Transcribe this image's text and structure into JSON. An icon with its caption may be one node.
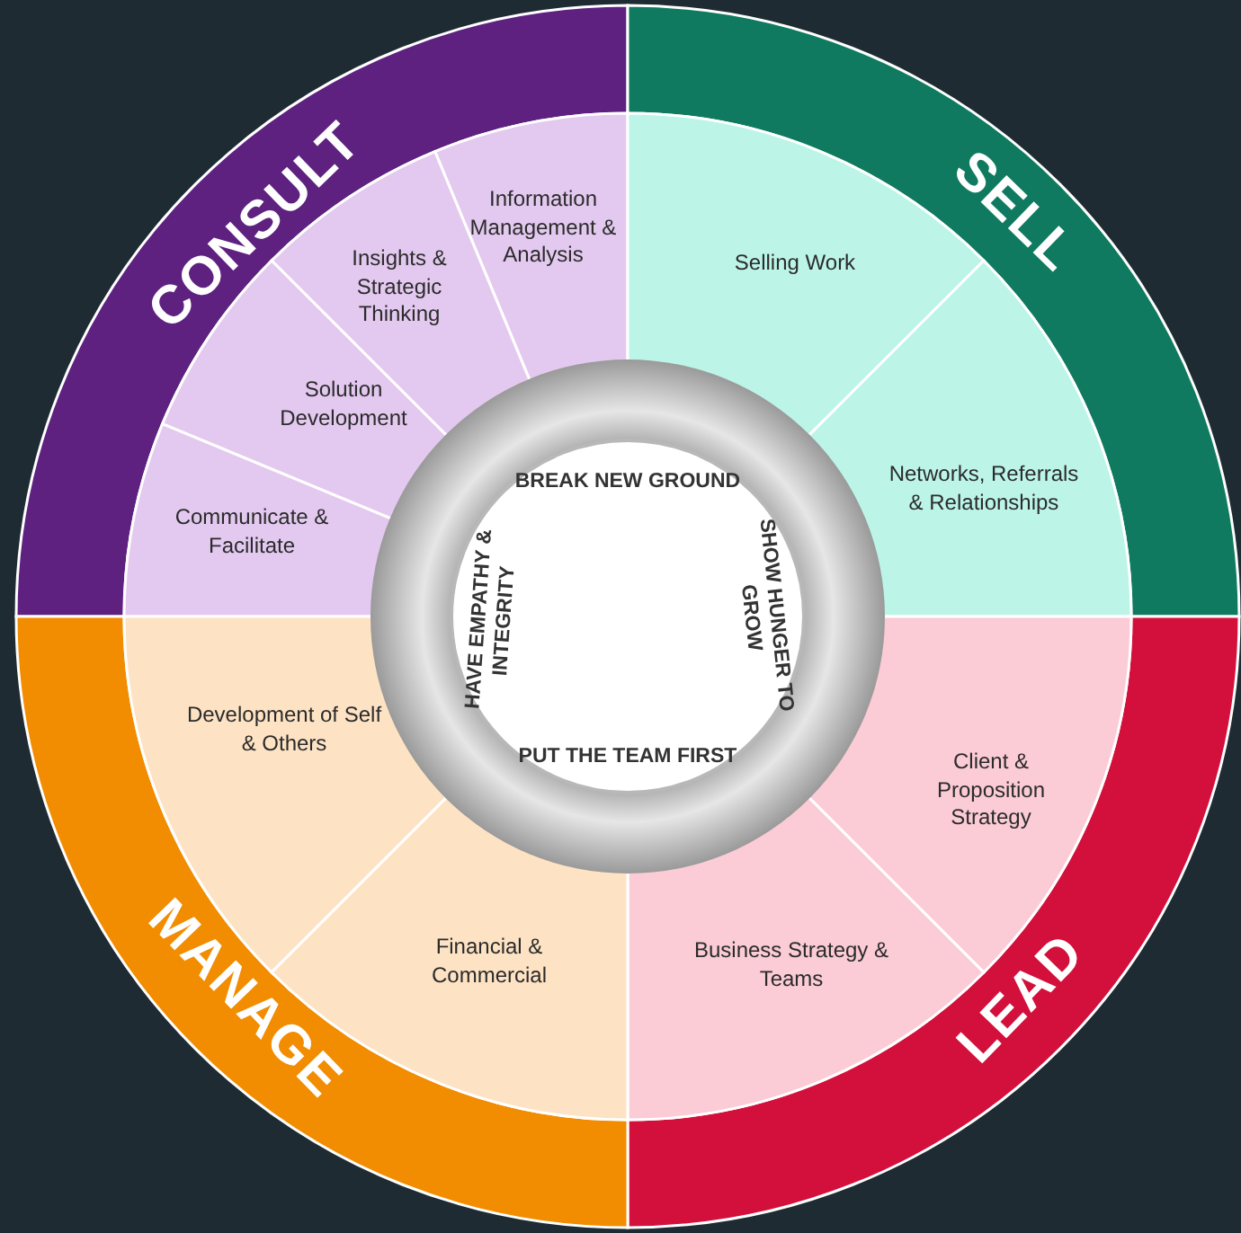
{
  "diagram": {
    "nodes": [
      {
        "text": [
          "CONSULT"
        ]
      },
      {
        "text": [
          "Information Management & Analysis"
        ],
        "in": 0
      },
      {
        "text": [
          "Insights & Strategic Thinking"
        ],
        "in": 0
      },
      {
        "text": [
          "Solution Development"
        ],
        "in": 0
      },
      {
        "text": [
          "Communicate & Facilitate"
        ],
        "in": 0
      },
      {
        "text": [
          "SELL"
        ]
      },
      {
        "text": [
          "Selling Work"
        ],
        "in": 5
      },
      {
        "text": [
          "Networks, Referrals & Relationships"
        ],
        "in": 5
      },
      {
        "text": [
          "LEAD"
        ]
      },
      {
        "text": [
          "Client & Proposition Strategy"
        ],
        "in": 8
      },
      {
        "text": [
          "Business Strategy & Teams"
        ],
        "in": 8
      },
      {
        "text": [
          "MANAGE"
        ]
      },
      {
        "text": [
          "Development of Self & Others"
        ],
        "in": 11
      },
      {
        "text": [
          "Financial & Commercial"
        ],
        "in": 11
      },
      {
        "text": [
          "BREAK NEW GROUND",
          "SHOW HUNGER TO GROW",
          "PUT THE TEAM FIRST",
          "HAVE EMPATHY & INTEGRITY"
        ]
      }
    ]
  }
}
